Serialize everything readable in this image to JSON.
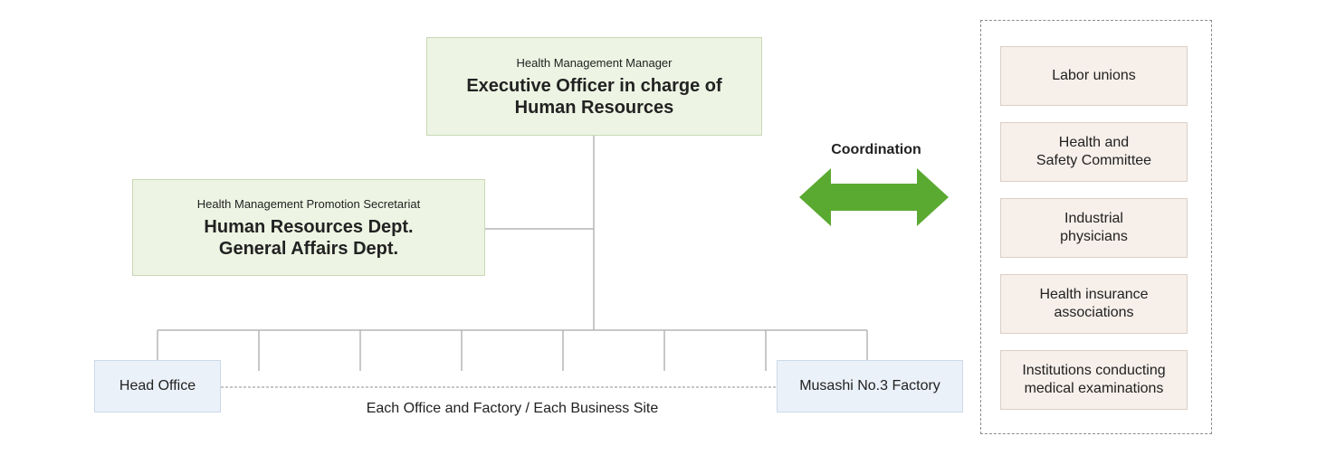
{
  "chart_data": {
    "type": "org-chart",
    "manager": {
      "role": "Health Management Manager",
      "name": "Executive Officer in charge of\nHuman Resources"
    },
    "secretariat": {
      "role": "Health Management Promotion Secretariat",
      "name": "Human Resources Dept.\nGeneral Affairs Dept."
    },
    "sites": {
      "first": "Head Office",
      "last": "Musashi No.3 Factory",
      "caption": "Each Office and Factory / Each Business Site"
    },
    "coordination_label": "Coordination",
    "stakeholders": [
      "Labor unions",
      "Health and\nSafety Committee",
      "Industrial\nphysicians",
      "Health insurance\nassociations",
      "Institutions conducting\nmedical examinations"
    ],
    "colors": {
      "primary_box": "#edf4e3",
      "site_box": "#eaf1f9",
      "stakeholder_box": "#f6efea",
      "arrow": "#5aaa32",
      "connector": "#b5b5b5"
    }
  }
}
